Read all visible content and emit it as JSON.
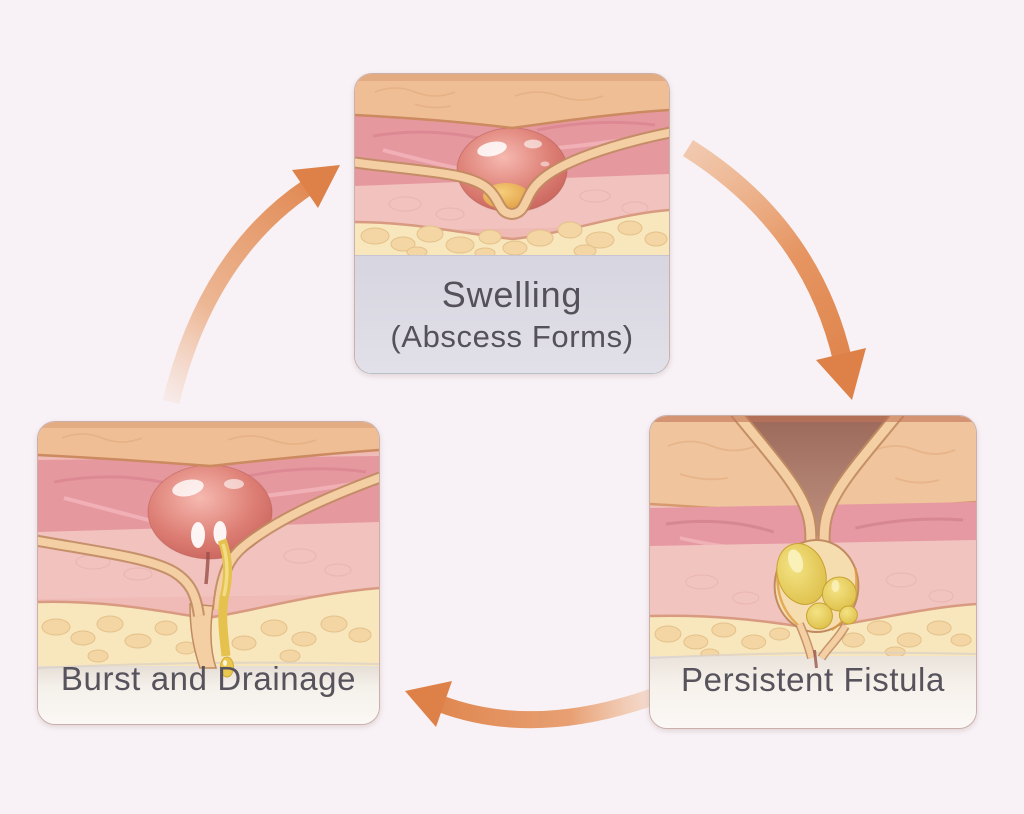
{
  "diagram": {
    "background_color": "#F8F2F6",
    "arrow_color": "#DE8148",
    "text_color": "#55515A",
    "top_label_band_color": "#DBD9E2",
    "bottom_label_bg_color": "#F7F2ED"
  },
  "stages": [
    {
      "label": "Swelling",
      "sublabel": "(Abscess Forms)",
      "position": "top"
    },
    {
      "label": "Persistent Fistula",
      "sublabel": "",
      "position": "bottom-right"
    },
    {
      "label": "Burst and Drainage",
      "sublabel": "",
      "position": "bottom-left"
    }
  ],
  "arrows": [
    {
      "from": "Swelling",
      "to": "Persistent Fistula"
    },
    {
      "from": "Persistent Fistula",
      "to": "Burst and Drainage"
    },
    {
      "from": "Burst and Drainage",
      "to": "Swelling"
    }
  ]
}
